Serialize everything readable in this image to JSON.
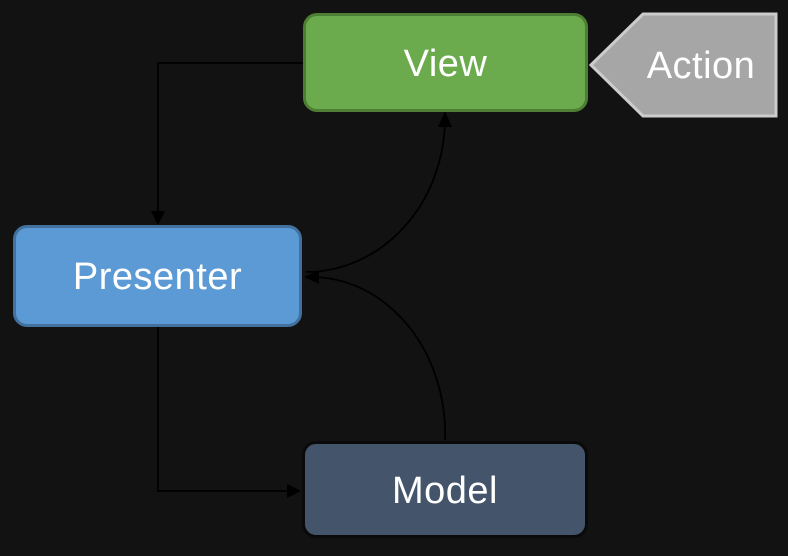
{
  "canvas": {
    "background": "#121212",
    "connector_color": "#000000"
  },
  "nodes": {
    "view": {
      "label": "View",
      "fill": "#6BAB4D",
      "border": "#4E7E33",
      "text": "#FFFFFF"
    },
    "action": {
      "label": "Action",
      "fill": "#A6A6A6",
      "border": "#CCCCCC",
      "text": "#FFFFFF"
    },
    "presenter": {
      "label": "Presenter",
      "fill": "#5B9AD4",
      "border": "#41719C",
      "text": "#FFFFFF"
    },
    "model": {
      "label": "Model",
      "fill": "#44546A",
      "border": "#0A0A0A",
      "text": "#FFFFFF"
    }
  },
  "edges": [
    {
      "from": "Action",
      "to": "View",
      "style": "block-arrow-shape"
    },
    {
      "from": "View",
      "to": "Presenter",
      "style": "elbow-arrow"
    },
    {
      "from": "Presenter",
      "to": "View",
      "style": "curved-arrow"
    },
    {
      "from": "Presenter",
      "to": "Model",
      "style": "elbow-arrow"
    },
    {
      "from": "Model",
      "to": "Presenter",
      "style": "curved-arrow"
    }
  ]
}
